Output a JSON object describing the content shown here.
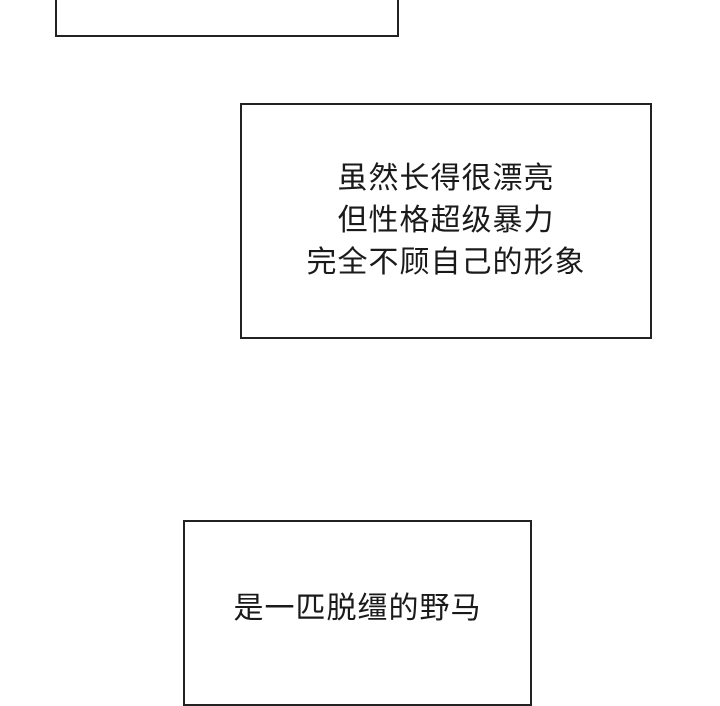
{
  "panels": [
    {
      "lines": []
    },
    {
      "lines": [
        "虽然长得很漂亮",
        "但性格超级暴力",
        "完全不顾自己的形象"
      ]
    },
    {
      "lines": [
        "是一匹脱缰的野马"
      ]
    }
  ]
}
